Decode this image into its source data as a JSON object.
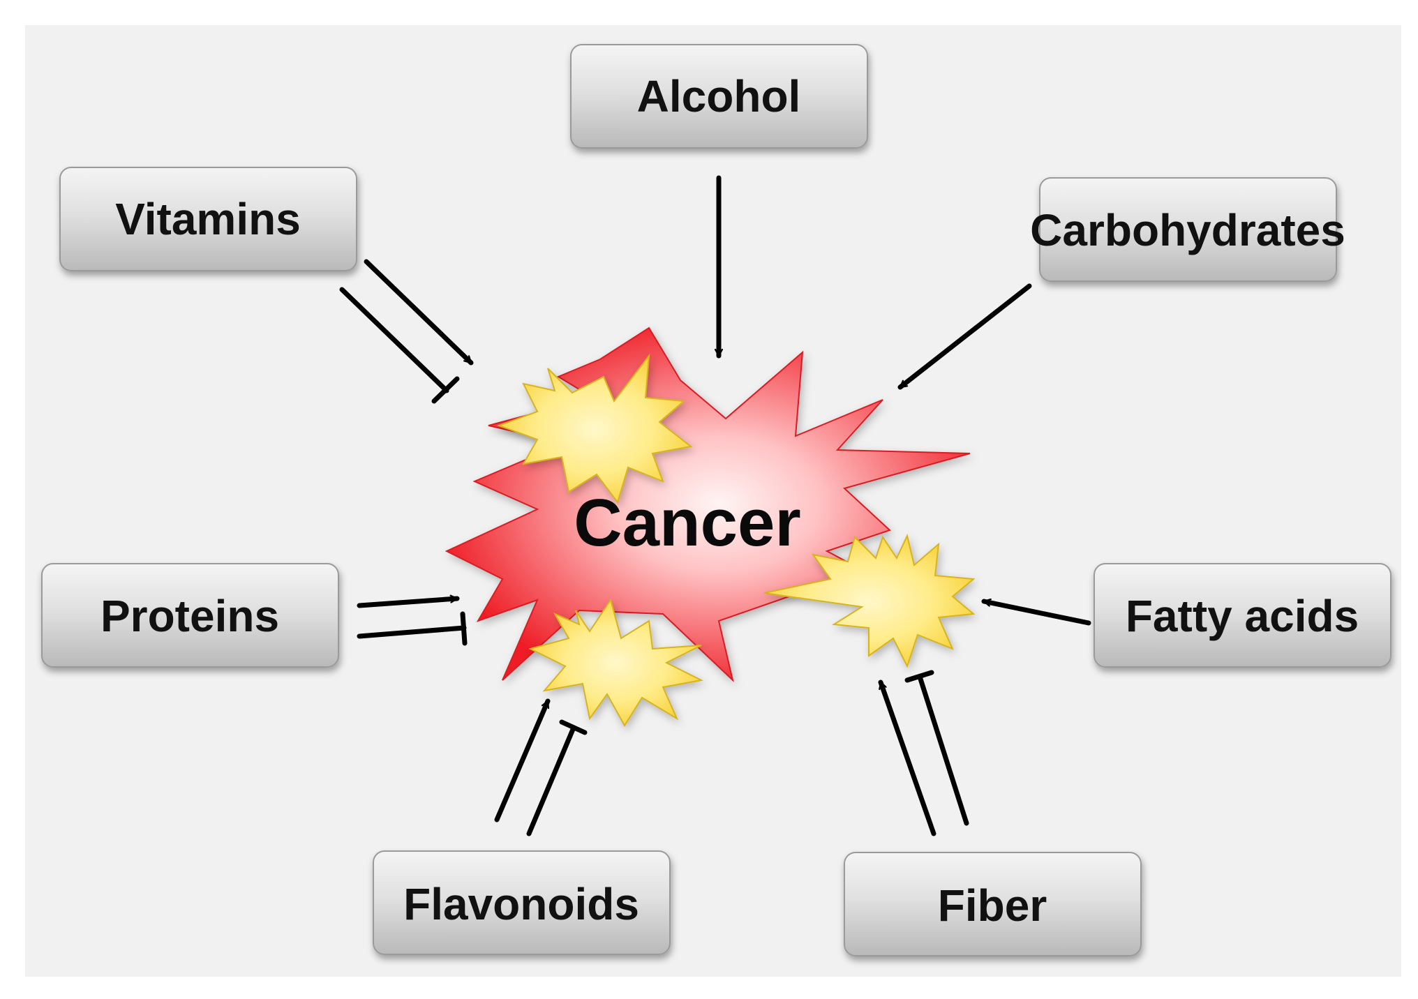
{
  "diagram": {
    "center": {
      "label": "Cancer"
    },
    "factors": [
      {
        "id": "alcohol",
        "label": "Alcohol",
        "effects": [
          "promotes"
        ]
      },
      {
        "id": "vitamins",
        "label": "Vitamins",
        "effects": [
          "promotes",
          "inhibits"
        ]
      },
      {
        "id": "carbohydrates",
        "label": "Carbohydrates",
        "effects": [
          "promotes"
        ]
      },
      {
        "id": "proteins",
        "label": "Proteins",
        "effects": [
          "promotes",
          "inhibits"
        ]
      },
      {
        "id": "fatty-acids",
        "label": "Fatty acids",
        "effects": [
          "promotes"
        ]
      },
      {
        "id": "flavonoids",
        "label": "Flavonoids",
        "effects": [
          "promotes",
          "inhibits"
        ]
      },
      {
        "id": "fiber",
        "label": "Fiber",
        "effects": [
          "promotes",
          "inhibits"
        ]
      }
    ]
  },
  "colors": {
    "background": "#f1f1f1",
    "box_top": "#f4f4f4",
    "box_bottom": "#b9b9b9",
    "box_stroke": "#9a9a9a",
    "burst_red": "#ee1c25",
    "burst_light": "#fff4f4",
    "burst_yellow": "#ffe35c",
    "burst_yellow_light": "#fff7c9",
    "arrow": "#000000"
  }
}
